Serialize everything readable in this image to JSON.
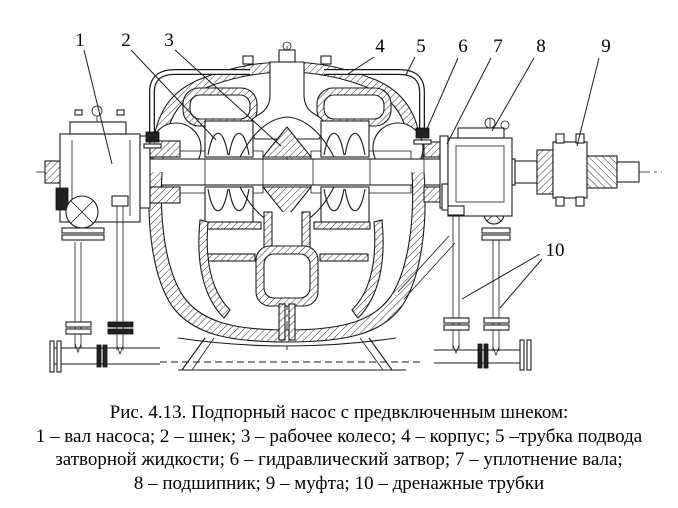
{
  "figure": {
    "caption": {
      "title": "Рис. 4.13. Подпорный насос с предвключенным шнеком:",
      "line1": "1 – вал насоса; 2 – шнек; 3 – рабочее колесо; 4 – корпус; 5 –трубка подвода",
      "line2": "затворной жидкости; 6 – гидравлический затвор; 7 – уплотнение вала;",
      "line3": "8 – подшипник; 9 – муфта; 10 – дренажные трубки"
    },
    "labels": [
      {
        "number": "1",
        "part": "вал насоса"
      },
      {
        "number": "2",
        "part": "шнек"
      },
      {
        "number": "3",
        "part": "рабочее колесо"
      },
      {
        "number": "4",
        "part": "корпус"
      },
      {
        "number": "5",
        "part": "трубка подвода затворной жидкости"
      },
      {
        "number": "6",
        "part": "гидравлический затвор"
      },
      {
        "number": "7",
        "part": "уплотнение вала"
      },
      {
        "number": "8",
        "part": "подшипник"
      },
      {
        "number": "9",
        "part": "муфта"
      },
      {
        "number": "10",
        "part": "дренажные трубки"
      }
    ],
    "colors": {
      "ink": "#1b1b1b",
      "paper": "#ffffff"
    }
  }
}
